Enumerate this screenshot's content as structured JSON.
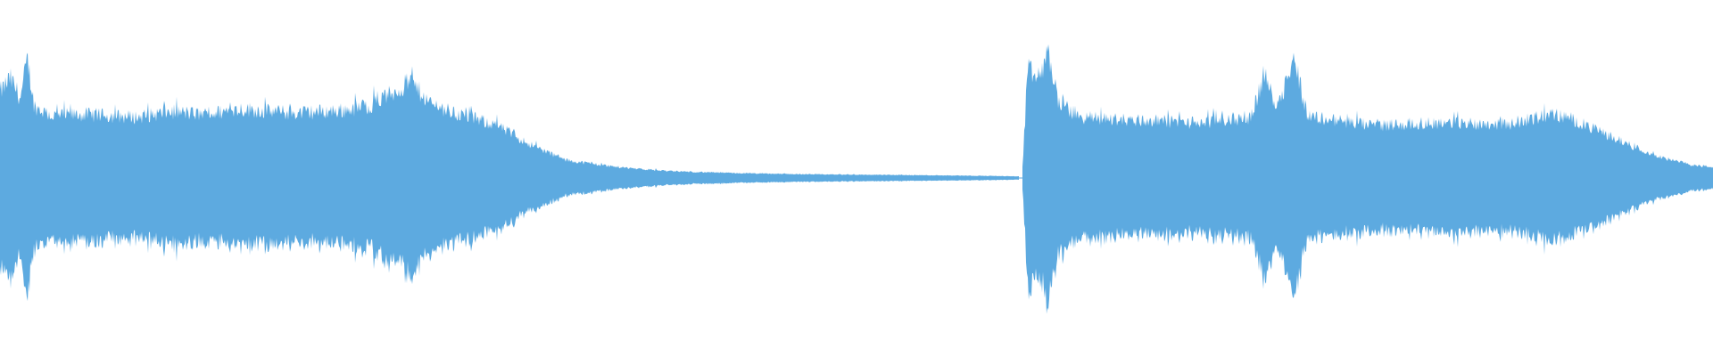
{
  "waveform": {
    "color": "#5DAAE0",
    "background": "#FFFFFF",
    "duration_fraction_segments": [
      {
        "name": "first-audio-region",
        "start": 0.0,
        "end": 0.595,
        "envelope": [
          [
            0.0,
            0.62
          ],
          [
            0.006,
            0.72
          ],
          [
            0.012,
            0.58
          ],
          [
            0.016,
            0.86
          ],
          [
            0.02,
            0.52
          ],
          [
            0.03,
            0.45
          ],
          [
            0.05,
            0.46
          ],
          [
            0.08,
            0.44
          ],
          [
            0.1,
            0.48
          ],
          [
            0.12,
            0.46
          ],
          [
            0.14,
            0.5
          ],
          [
            0.17,
            0.47
          ],
          [
            0.2,
            0.49
          ],
          [
            0.215,
            0.52
          ],
          [
            0.23,
            0.62
          ],
          [
            0.24,
            0.7
          ],
          [
            0.25,
            0.55
          ],
          [
            0.265,
            0.47
          ],
          [
            0.275,
            0.44
          ],
          [
            0.29,
            0.38
          ],
          [
            0.31,
            0.24
          ],
          [
            0.33,
            0.13
          ],
          [
            0.36,
            0.08
          ],
          [
            0.39,
            0.05
          ],
          [
            0.43,
            0.035
          ],
          [
            0.47,
            0.027
          ],
          [
            0.52,
            0.022
          ],
          [
            0.56,
            0.018
          ],
          [
            0.595,
            0.012
          ]
        ]
      },
      {
        "name": "second-audio-region",
        "start": 0.597,
        "end": 1.0,
        "envelope": [
          [
            0.597,
            0.08
          ],
          [
            0.6,
            0.78
          ],
          [
            0.606,
            0.72
          ],
          [
            0.612,
            0.9
          ],
          [
            0.618,
            0.55
          ],
          [
            0.63,
            0.44
          ],
          [
            0.66,
            0.42
          ],
          [
            0.7,
            0.4
          ],
          [
            0.73,
            0.44
          ],
          [
            0.738,
            0.75
          ],
          [
            0.745,
            0.52
          ],
          [
            0.756,
            0.86
          ],
          [
            0.763,
            0.45
          ],
          [
            0.8,
            0.38
          ],
          [
            0.84,
            0.4
          ],
          [
            0.88,
            0.39
          ],
          [
            0.905,
            0.46
          ],
          [
            0.915,
            0.44
          ],
          [
            0.935,
            0.33
          ],
          [
            0.955,
            0.22
          ],
          [
            0.975,
            0.13
          ],
          [
            0.99,
            0.09
          ],
          [
            1.0,
            0.08
          ]
        ]
      }
    ],
    "amplitude_scale": 0.5
  }
}
